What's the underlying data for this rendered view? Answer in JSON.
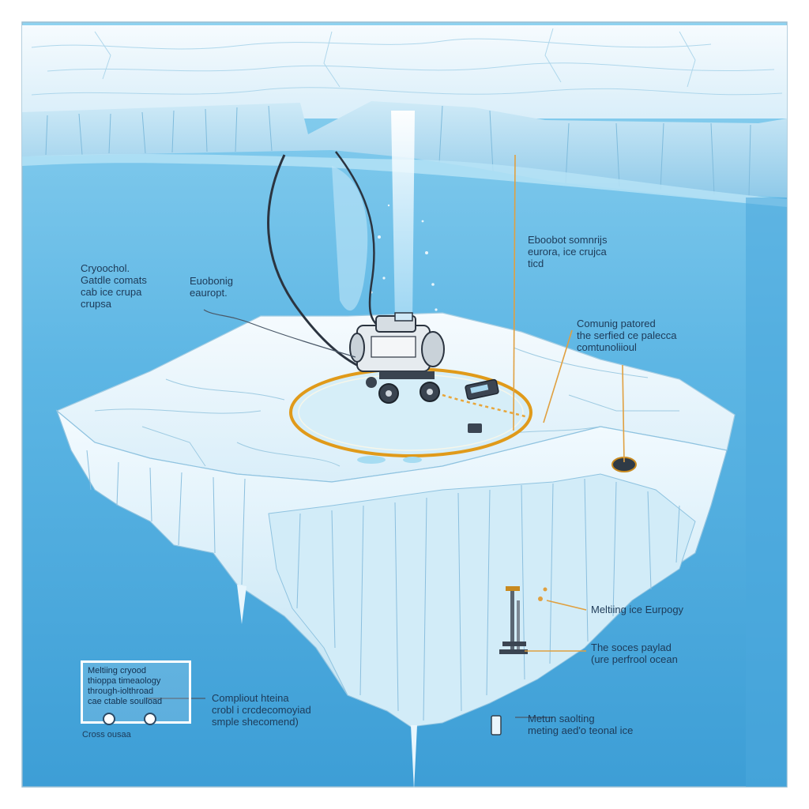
{
  "labels": {
    "cryobot_left": "Cryoochol.\nGatdle comats\ncab ice crupa\ncrupsa",
    "eurobonig": "Euobonig\neauropt.",
    "top_right": "Eboobot somnrijs\neurora, ice crujca\nticd",
    "communig": "Comunig patored\nthe serfied ce palecca\ncomtunoliioul",
    "melting_energy": "Meltiing ice Eurpogy",
    "payload": "The soces paylad\n(ure perfrool ocean",
    "metun": "Metun saolting\nmeting aed'o teonal ice",
    "compliot": "Compliout hteina\ncrobl i crcdecomoyiad\nsmple shecomend)",
    "inset_text": "Meltiing cryood\nthioppa timeaology\nthrough-iolthroad\ncae ctable soulload",
    "cross_ocean": "Cross ousaa"
  },
  "colors": {
    "ocean_top": "#8fd2f0",
    "ocean_bottom": "#3e9fd6",
    "ice": "#eaf6fc",
    "ice_shadow": "#b9dff2",
    "orange_ring": "#e09a1a",
    "leader_line": "#e0a040"
  },
  "icons": {
    "cryobot": "cryobot-robot-icon",
    "cable": "tether-cable",
    "beam": "light-beam",
    "device": "sensor-device-icon",
    "coin": "sample-disk-icon",
    "drill": "drill-rig-icon"
  }
}
